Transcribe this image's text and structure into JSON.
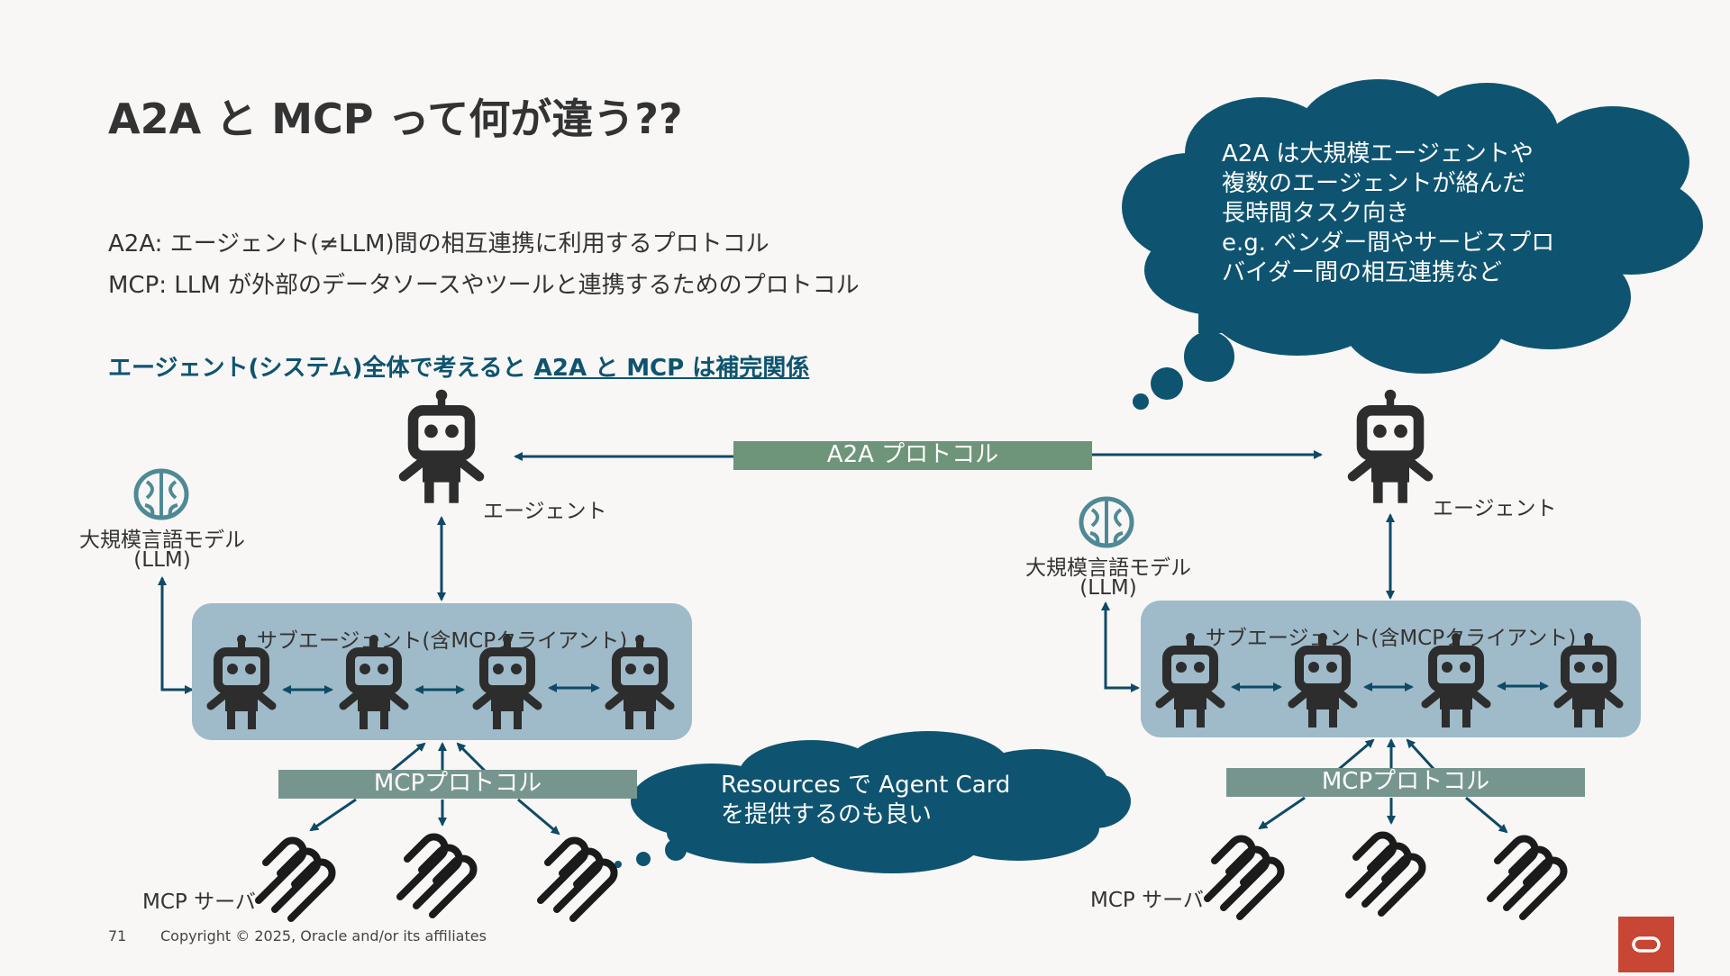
{
  "slide": {
    "title": "A2A と MCP って何が違う??",
    "line_a2a": "A2A: エージェント(≠LLM)間の相互連携に利用するプロトコル",
    "line_mcp": "MCP:  LLM が外部のデータソースやツールと連携するためのプロトコル",
    "conclusion_prefix": "エージェント(システム)全体で考えると ",
    "conclusion_emphasis": "A2A と MCP は補完関係"
  },
  "diagram": {
    "a2a_protocol_label": "A2A プロトコル",
    "left": {
      "agent_label": "エージェント",
      "llm_label_1": "大規模言語モデル",
      "llm_label_2": "(LLM)",
      "subagent_label": "サブエージェント(含MCPクライアント)",
      "mcp_protocol_label": "MCPプロトコル",
      "mcp_server_label": "MCP サーバ"
    },
    "right": {
      "agent_label": "エージェント",
      "llm_label_1": "大規模言語モデル",
      "llm_label_2": "(LLM)",
      "subagent_label": "サブエージェント(含MCPクライアント)",
      "mcp_protocol_label": "MCPプロトコル",
      "mcp_server_label": "MCP サーバ"
    },
    "thought_big": [
      "A2A は大規模エージェントや",
      "複数のエージェントが絡んだ",
      "長時間タスク向き",
      "e.g. ベンダー間やサービスプロ",
      "バイダー間の相互連携など"
    ],
    "thought_small": [
      "Resources で Agent Card",
      "を提供するのも良い"
    ]
  },
  "footer": {
    "page_number": "71",
    "copyright": "Copyright © 2025, Oracle and/or its affiliates"
  },
  "colors": {
    "accent": "#0e5470",
    "cloud": "#0e5470",
    "a2a_band": "#6e9479",
    "mcp_band": "#77958f",
    "subagent_box": "#9fbac8",
    "oracle_red": "#c74634"
  }
}
